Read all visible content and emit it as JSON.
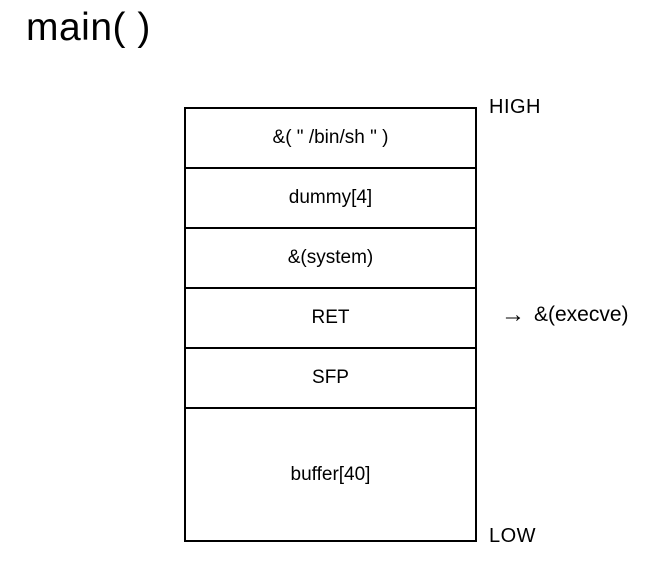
{
  "title": "main( )",
  "memory_labels": {
    "high": "HIGH",
    "low": "LOW"
  },
  "annotation": {
    "arrow_icon": "→",
    "label": "&(execve)"
  },
  "stack": {
    "cells": [
      "&( \" /bin/sh \" )",
      "dummy[4]",
      "&(system)",
      "RET",
      "SFP",
      "buffer[40]"
    ]
  },
  "colors": {
    "border": "#000000",
    "background": "#ffffff",
    "text": "#000000"
  }
}
